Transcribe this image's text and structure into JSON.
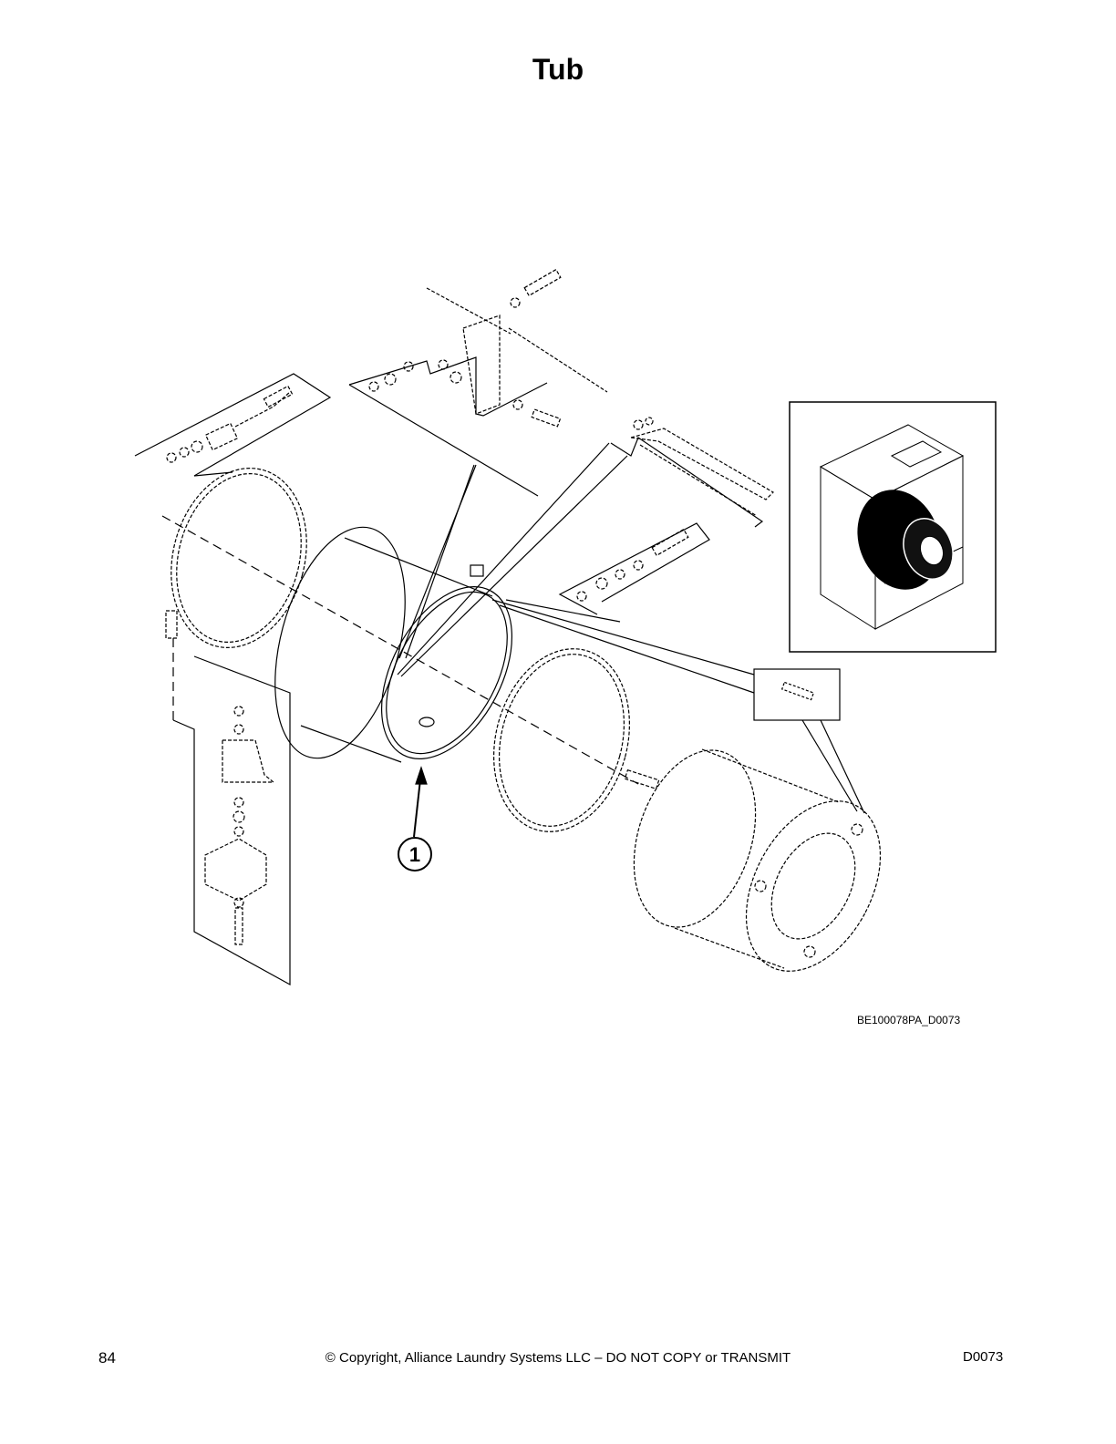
{
  "page": {
    "title": "Tub",
    "figure_id": "BE100078PA_D0073",
    "page_number": "84",
    "copyright": "© Copyright, Alliance Laundry Systems LLC – DO NOT COPY or TRANSMIT",
    "doc_code": "D0073"
  },
  "diagram": {
    "callouts": [
      {
        "label": "1",
        "part": "tub"
      }
    ]
  }
}
